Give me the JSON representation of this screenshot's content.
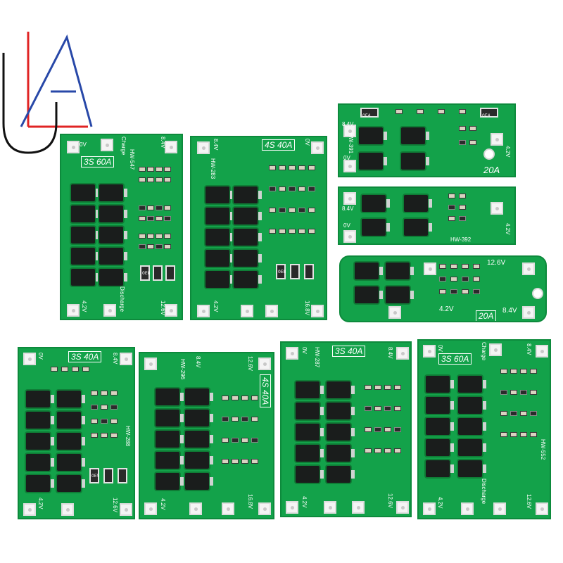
{
  "logo": {
    "colors": {
      "red": "#e02424",
      "blue": "#2848a8",
      "black": "#111111"
    }
  },
  "boards": {
    "b1": {
      "badge": "3S 60A",
      "top_left": "0V",
      "top_mid": "Charge",
      "top_right": "8.4V",
      "model": "HW-547",
      "bot_left": "4.2V",
      "bot_mid": "Discharge",
      "bot_right": "12.6V",
      "res": "0E8"
    },
    "b2": {
      "badge": "4S 40A",
      "top_left": "8.4V",
      "top_right": "0V",
      "model": "HW-283",
      "bot_left": "4.2V",
      "bot_right": "16.8V",
      "res": "0E8"
    },
    "b3": {
      "top_left": "8.4V",
      "mid_left": "0V",
      "model": "HW-391",
      "right_bot": "4.2V",
      "rating": "20A",
      "res_a": "0E4",
      "res_b": "0E4"
    },
    "b4": {
      "top_left": "8.4V",
      "mid_left": "0V",
      "model": "HW-392",
      "right_bot": "4.2V"
    },
    "b5": {
      "top_right": "12.6V",
      "bot_mid": "4.2V",
      "bot_right": "8.4V",
      "rating": "20A"
    },
    "b6": {
      "badge": "3S 40A",
      "top_left": "0V",
      "top_right": "8.4V",
      "model": "HW-288",
      "bot_left": "4.2V",
      "bot_right": "12.6V",
      "res": "0E5"
    },
    "b7": {
      "badge": "4S 40A",
      "top_left": "8.4V",
      "top_right": "12.6V",
      "model": "HW-296",
      "bot_left": "4.2V",
      "bot_right": "16.8V"
    },
    "b8": {
      "badge": "3S 40A",
      "top_left": "0V",
      "top_right": "8.4V",
      "model": "HW-287",
      "bot_left": "4.2V",
      "bot_right": "12.6V"
    },
    "b9": {
      "badge": "3S 60A",
      "top_left": "0V",
      "top_mid": "Charge",
      "top_right": "8.4V",
      "model": "HW-552",
      "bot_left": "4.2V",
      "bot_mid": "Discharge",
      "bot_right": "12.6V"
    }
  }
}
